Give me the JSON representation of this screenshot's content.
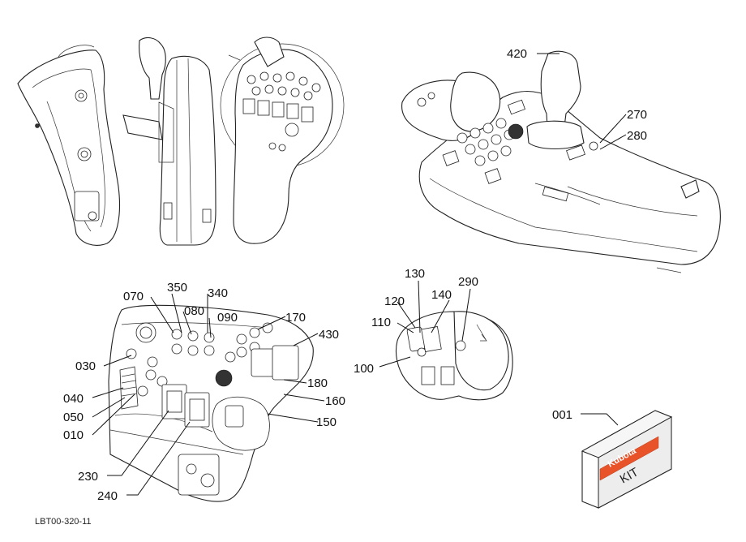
{
  "drawing_code": "LBT00-320-11",
  "kit": {
    "brand": "Kubota",
    "text": "KIT"
  },
  "callouts": [
    {
      "id": "c420",
      "text": "420"
    },
    {
      "id": "c270",
      "text": "270"
    },
    {
      "id": "c280",
      "text": "280"
    },
    {
      "id": "c350",
      "text": "350"
    },
    {
      "id": "c070",
      "text": "070"
    },
    {
      "id": "c340",
      "text": "340"
    },
    {
      "id": "c080",
      "text": "080"
    },
    {
      "id": "c090",
      "text": "090"
    },
    {
      "id": "c170",
      "text": "170"
    },
    {
      "id": "c430",
      "text": "430"
    },
    {
      "id": "c030",
      "text": "030"
    },
    {
      "id": "c180",
      "text": "180"
    },
    {
      "id": "c040",
      "text": "040"
    },
    {
      "id": "c160",
      "text": "160"
    },
    {
      "id": "c050",
      "text": "050"
    },
    {
      "id": "c150",
      "text": "150"
    },
    {
      "id": "c010",
      "text": "010"
    },
    {
      "id": "c230",
      "text": "230"
    },
    {
      "id": "c240",
      "text": "240"
    },
    {
      "id": "c130",
      "text": "130"
    },
    {
      "id": "c290",
      "text": "290"
    },
    {
      "id": "c120",
      "text": "120"
    },
    {
      "id": "c140",
      "text": "140"
    },
    {
      "id": "c110",
      "text": "110"
    },
    {
      "id": "c100",
      "text": "100"
    },
    {
      "id": "c001",
      "text": "001"
    }
  ]
}
